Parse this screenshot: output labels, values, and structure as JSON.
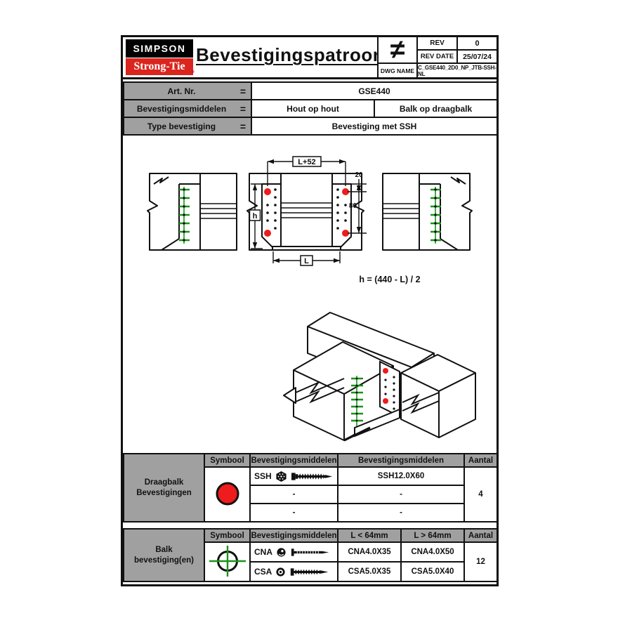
{
  "header": {
    "logo": {
      "line1": "SIMPSON",
      "line2": "Strong-Tie",
      "reg": "®"
    },
    "title": "Bevestigingspatroon",
    "projection_symbol": "≠",
    "rev": {
      "label": "REV",
      "value": "0"
    },
    "rev_date": {
      "label": "REV DATE",
      "value": "25/07/24"
    },
    "dwg": {
      "label": "DWG NAME",
      "value": "C_GSE440_2D0_NP_JTB-SSH-NL"
    }
  },
  "info_rows": [
    {
      "label": "Art. Nr.",
      "eq": "=",
      "value": "GSE440"
    },
    {
      "label": "Bevestigingsmiddelen",
      "eq": "=",
      "value_left": "Hout op hout",
      "value_right": "Balk op draagbalk"
    },
    {
      "label": "Type bevestiging",
      "eq": "=",
      "value": "Bevestiging met SSH"
    }
  ],
  "drawing": {
    "dim_top_width": "L+52",
    "dim_edge_offset": "20",
    "dim_spacing": "80",
    "dim_height": "h",
    "dim_length": "L",
    "formula": "h = (440 - L) / 2"
  },
  "table_draagbalk": {
    "label": "Draagbalk\nBevestigingen",
    "headers": [
      "Symbool",
      "Bevestigingsmiddelen",
      "Bevestigingsmiddelen",
      "Aantal"
    ],
    "row1": {
      "name": "SSH",
      "value": "SSH12.0X60"
    },
    "row2": {
      "name": "-",
      "value": "-"
    },
    "row3": {
      "name": "-",
      "value": "-"
    },
    "aantal": "4"
  },
  "table_balk": {
    "label": "Balk\nbevestiging(en)",
    "headers": [
      "Symbool",
      "Bevestigingsmiddelen",
      "L < 64mm",
      "L > 64mm",
      "Aantal"
    ],
    "rows": [
      {
        "name": "CNA",
        "small": "CNA4.0X35",
        "large": "CNA4.0X50"
      },
      {
        "name": "CSA",
        "small": "CSA5.0X35",
        "large": "CSA5.0X40"
      }
    ],
    "aantal": "12"
  },
  "colors": {
    "brand_red": "#d9251d",
    "symbol_red": "#ee1c1c",
    "fastener_green": "#189418",
    "header_gray": "#a0a0a0"
  }
}
